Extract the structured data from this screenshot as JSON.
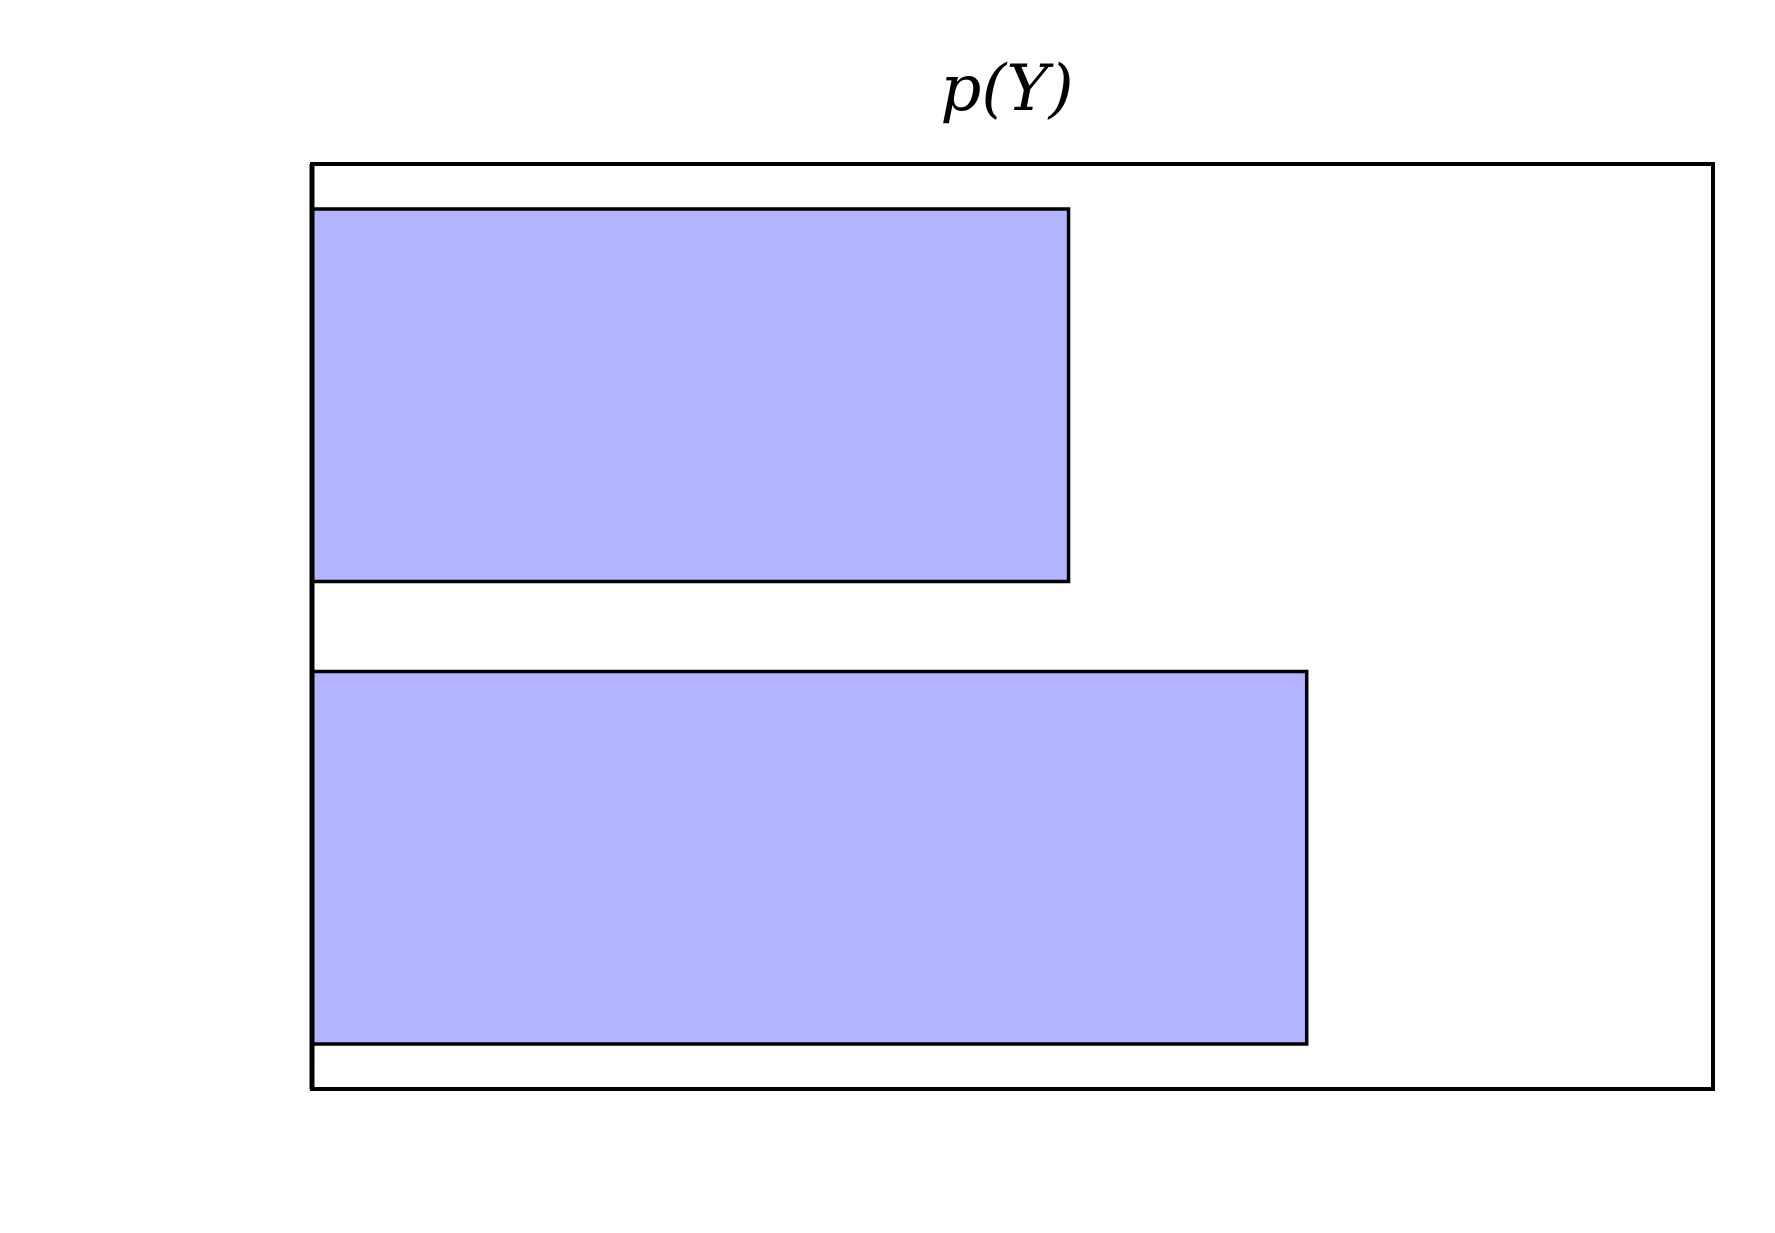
{
  "chart_data": {
    "type": "bar",
    "orientation": "horizontal",
    "title": "p(Y)",
    "xlabel": "",
    "ylabel": "",
    "categories": [
      "",
      ""
    ],
    "values": [
      0.54,
      0.71
    ],
    "xlim": [
      0,
      1
    ],
    "grid": false,
    "bar_color": "#b3b3ff",
    "edge_color": "#000000"
  }
}
